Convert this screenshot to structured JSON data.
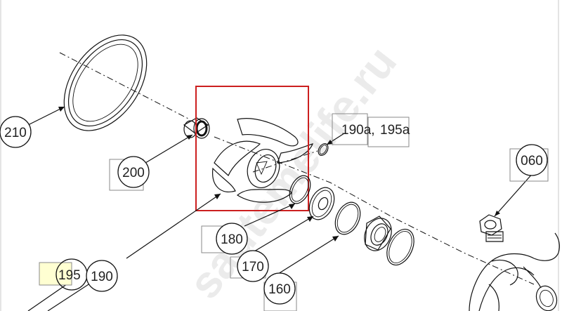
{
  "watermark": "sautemelife.ru",
  "highlight_color": "#cc1f1f",
  "callouts": {
    "c210": "210",
    "c200": "200",
    "c190a195a_1": "190a,",
    "c190a195a_2": "195a",
    "c060": "060",
    "c180": "180",
    "c170": "170",
    "c160": "160",
    "c195": "195",
    "c190": "190"
  }
}
